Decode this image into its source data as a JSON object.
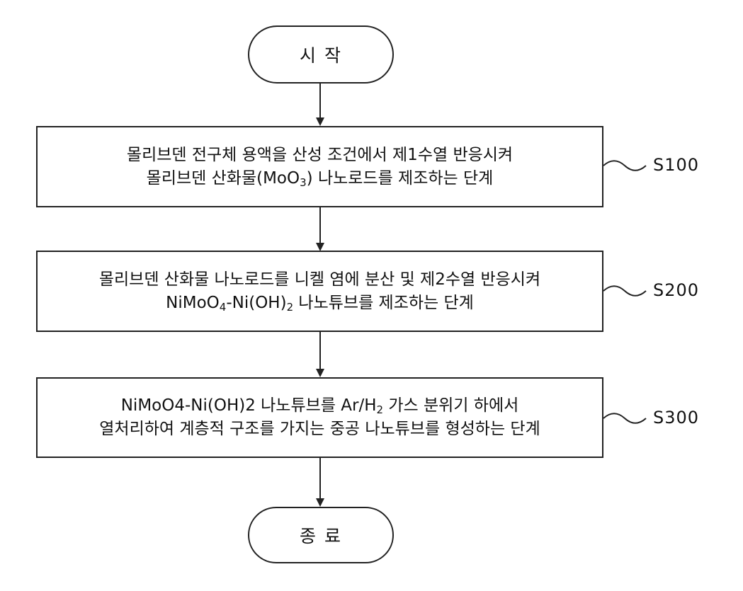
{
  "start": {
    "label": "시 작"
  },
  "end": {
    "label": "종 료"
  },
  "steps": [
    {
      "id": "S100",
      "line1": "몰리브덴 전구체 용액을 산성 조건에서 제1수열 반응시켜",
      "line2_pre": "몰리브덴 산화물(MoO",
      "line2_sub": "3",
      "line2_post": ") 나노로드를 제조하는 단계"
    },
    {
      "id": "S200",
      "line1": "몰리브덴 산화물 나노로드를 니켈 염에 분산 및 제2수열 반응시켜",
      "line2_pre": "NiMoO",
      "line2_sub": "4",
      "line2_mid": "-Ni(OH)",
      "line2_sub2": "2",
      "line2_post": " 나노튜브를 제조하는 단계"
    },
    {
      "id": "S300",
      "line1_pre": "NiMoO4-Ni(OH)2 나노튜브를 Ar/H",
      "line1_sub": "2",
      "line1_post": " 가스 분위기 하에서",
      "line2": "열처리하여 계층적 구조를 가지는 중공 나노튜브를 형성하는 단계"
    }
  ]
}
